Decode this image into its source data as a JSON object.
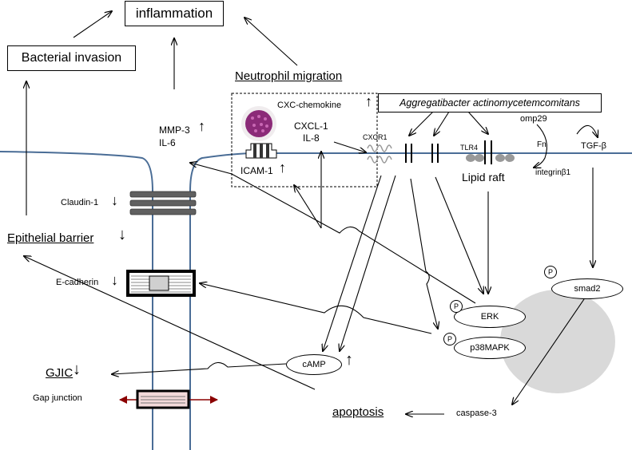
{
  "labels": {
    "inflammation": "inflammation",
    "bacterial_invasion": "Bacterial invasion",
    "neutrophil_migration": "Neutrophil migration",
    "aggregatibacter": "Aggregatibacter actinomycetemcomitans",
    "cxc_chemokine": "CXC-chemokine",
    "mmp3": "MMP-3",
    "il6": "IL-6",
    "cxcl1": "CXCL-1",
    "il8": "IL-8",
    "icam1": "ICAM-1",
    "cxcr1": "CXCR1",
    "tlr4": "TLR4",
    "omp29": "omp29",
    "fn": "Fn",
    "tgfb": "TGF-β",
    "integrin": "integrinβ1",
    "lipid_raft": "Lipid raft",
    "claudin1": "Claudin-1",
    "epithelial_barrier": "Epithelial barrier",
    "ecadherin": "E-cadherin",
    "smad2": "smad2",
    "erk": "ERK",
    "p38mapk": "p38MAPK",
    "camp": "cAMP",
    "gjic": "GJIC",
    "gap_junction": "Gap junction",
    "apoptosis": "apoptosis",
    "caspase3": "caspase-3",
    "p": "P"
  },
  "symbols": {
    "up": "↑",
    "down": "↓"
  },
  "colors": {
    "membrane": "#4a6d96",
    "neutrophil": "#8b2a78",
    "gap_arrow": "#8b0000",
    "nucleus": "#d9d9d9",
    "junction": "#606060"
  }
}
